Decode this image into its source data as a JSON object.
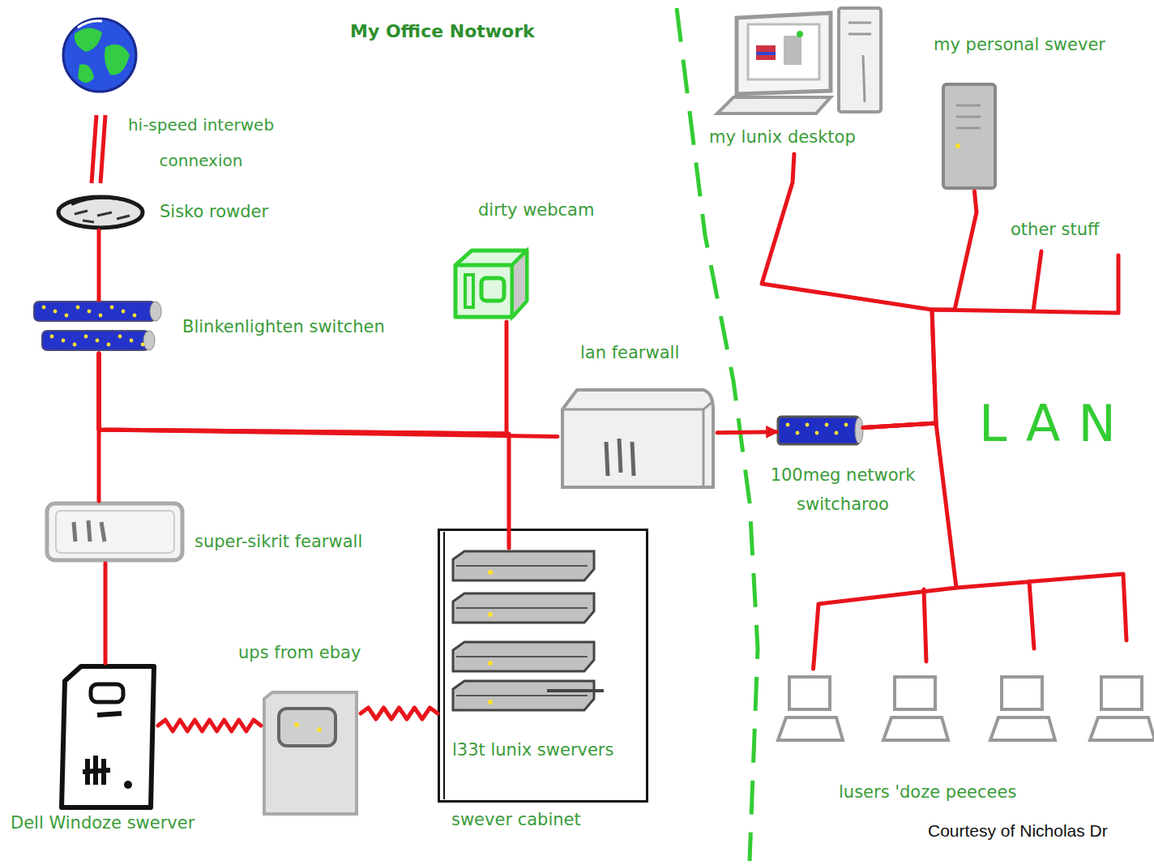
{
  "diagram": {
    "title": "My Office Notwork",
    "caption": "Courtesy of Nicholas Dr",
    "nodes": [
      {
        "text": [
          "Sisko rowder"
        ]
      },
      {
        "text": [
          "Blinkenlighten switchen"
        ]
      },
      {
        "text": [
          "dirty webcam"
        ]
      },
      {
        "text": [
          "lan fearwall"
        ]
      },
      {
        "text": [
          "super-sikrit fearwall"
        ]
      },
      {
        "text": [
          "swever cabinet"
        ]
      },
      {
        "text": [
          "l33t lunix swervers"
        ],
        "in": 5
      },
      {
        "text": [
          "ups from ebay"
        ]
      },
      {
        "text": [
          "Dell Windoze swerver"
        ]
      },
      {
        "text": [
          "100meg network switcharoo"
        ]
      },
      {
        "text": [
          "my lunix desktop"
        ]
      },
      {
        "text": [
          "my personal swever"
        ]
      },
      {
        "text": [
          "lusers 'doze peecees"
        ]
      }
    ],
    "edges": [
      {
        "from": 0,
        "to": 1,
        "arrow": "none"
      },
      {
        "from": 1,
        "to": 4,
        "arrow": "none"
      },
      {
        "from": 1,
        "to": 3,
        "arrow": "none"
      },
      {
        "from": 1,
        "to": 2,
        "arrow": "none"
      },
      {
        "from": 1,
        "to": 6,
        "arrow": "none"
      },
      {
        "from": 4,
        "to": 8,
        "arrow": "none"
      },
      {
        "from": 8,
        "to": 7,
        "arrow": "none"
      },
      {
        "from": 7,
        "to": 5,
        "arrow": "none"
      },
      {
        "from": 3,
        "to": 9,
        "arrow": "to"
      },
      {
        "from": 9,
        "to": 10,
        "arrow": "none"
      },
      {
        "from": 9,
        "to": 11,
        "arrow": "none"
      },
      {
        "from": 9,
        "to": 12,
        "arrow": "none"
      }
    ],
    "labels": [
      "hi-speed interweb connexion",
      "other stuff",
      "LAN"
    ]
  }
}
